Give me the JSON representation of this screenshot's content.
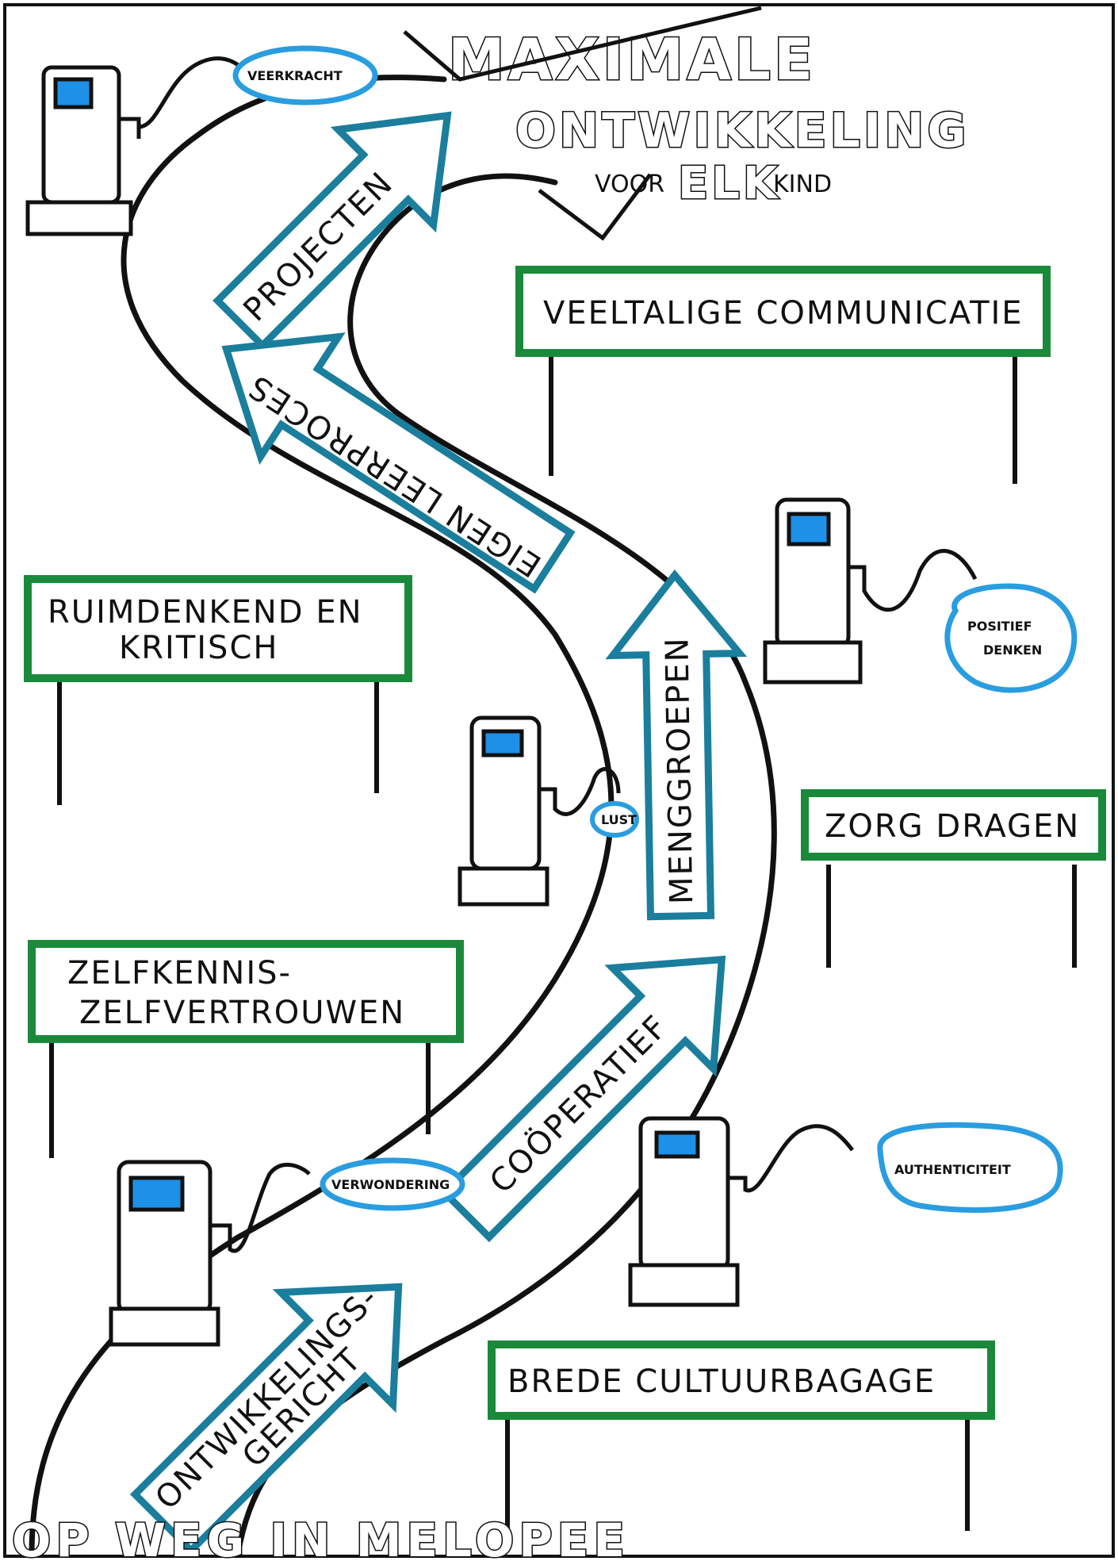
{
  "title": {
    "line1": "MAXIMALE",
    "line2": "ONTWIKKELING",
    "line3_a": "VOOR",
    "line3_b": "ELK",
    "line3_c": "KIND"
  },
  "footer_title": "OP WEG IN MELOPEE",
  "signs": [
    {
      "id": "veeltalige",
      "lines": [
        "VEELTALIGE COMMUNICATIE"
      ]
    },
    {
      "id": "ruimdenkend",
      "lines": [
        "RUIMDENKEND EN",
        "KRITISCH"
      ]
    },
    {
      "id": "zorg",
      "lines": [
        "ZORG DRAGEN"
      ]
    },
    {
      "id": "zelfkennis",
      "lines": [
        "ZELFKENNIS-",
        "ZELFVERTROUWEN"
      ]
    },
    {
      "id": "brede",
      "lines": [
        "BREDE CULTUURBAGAGE"
      ]
    }
  ],
  "arrows": [
    {
      "id": "projecten",
      "label": "PROJECTEN"
    },
    {
      "id": "eigen",
      "label": "EIGEN LEERPROCES"
    },
    {
      "id": "menggroepen",
      "label": "MENGGROEPEN"
    },
    {
      "id": "cooperatief",
      "label": "COÖPERATIEF"
    },
    {
      "id": "ontwikkelingsgericht",
      "lines": [
        "ONTWIKKELINGS-",
        "GERICHT"
      ]
    }
  ],
  "bubbles": [
    {
      "id": "veerkracht",
      "label": "VEERKRACHT"
    },
    {
      "id": "positief",
      "lines": [
        "POSITIEF",
        "DENKEN"
      ]
    },
    {
      "id": "lust",
      "label": "LUST"
    },
    {
      "id": "verwondering",
      "label": "VERWONDERING"
    },
    {
      "id": "authenticiteit",
      "label": "AUTHENTICITEIT"
    }
  ],
  "colors": {
    "sign_border": "#1a8a3a",
    "arrow_border": "#1a7e9c",
    "bubble_border": "#2a9de0",
    "pump_screen": "#1e90e8",
    "ink": "#111111"
  }
}
